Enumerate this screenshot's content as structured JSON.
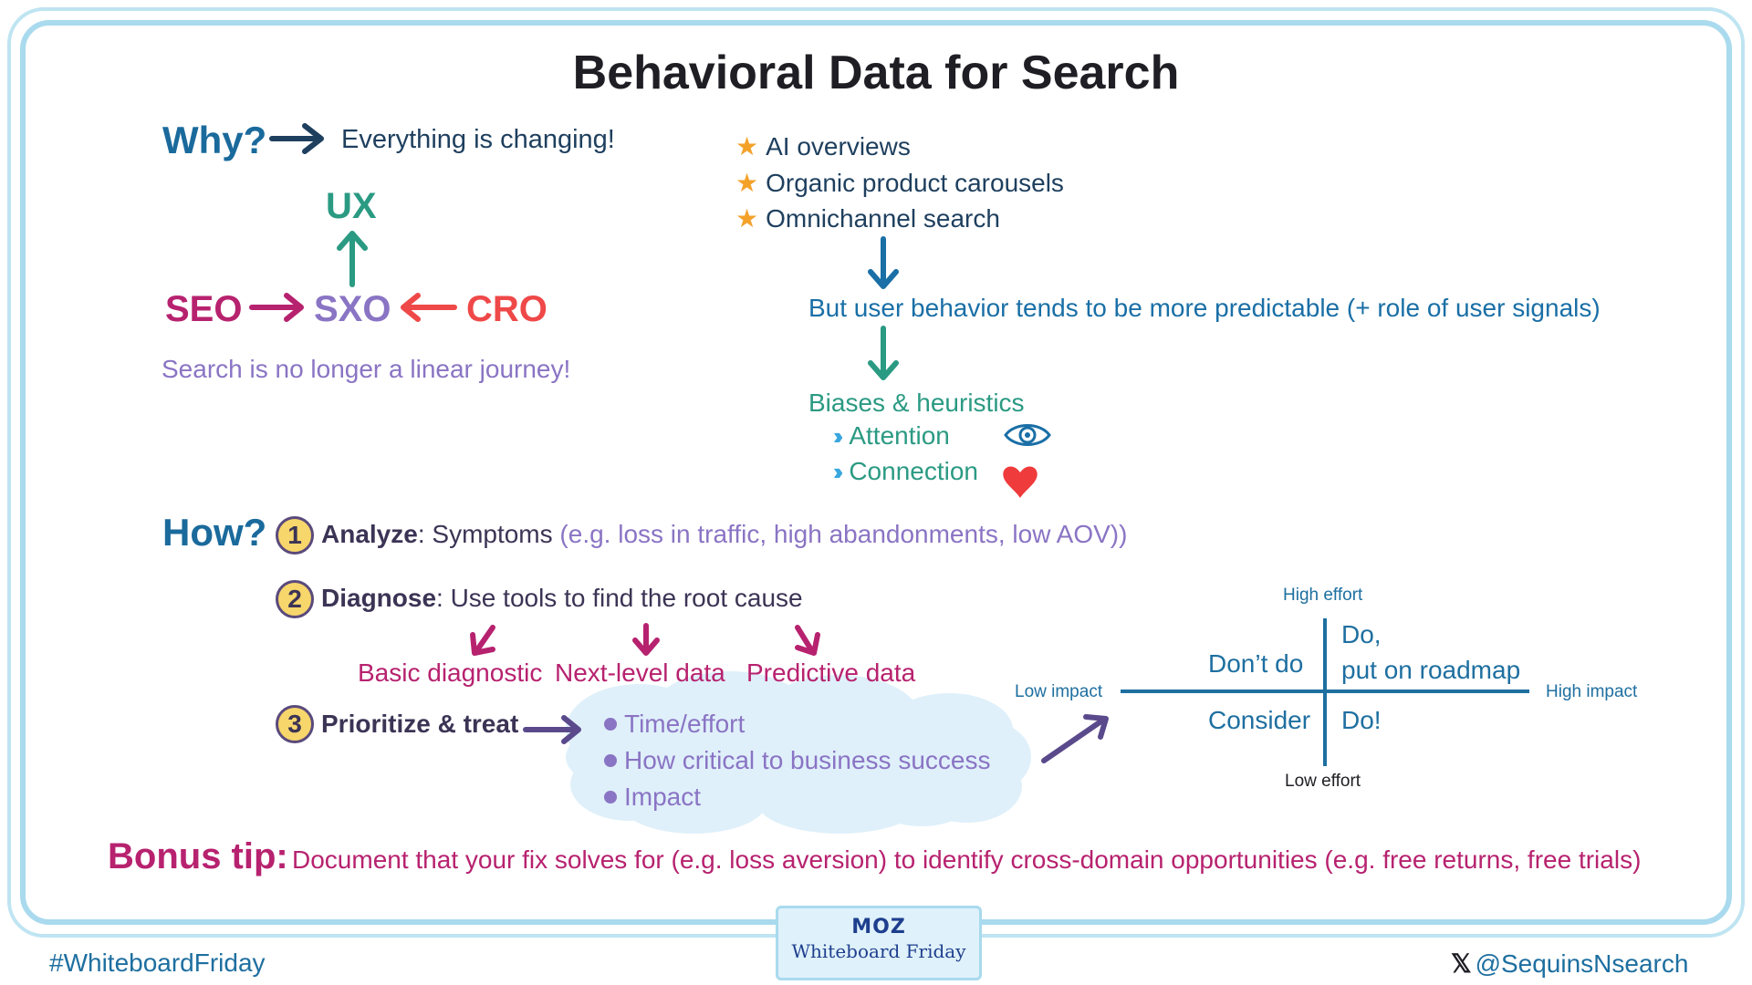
{
  "title": "Behavioral Data for Search",
  "why": {
    "heading": "Why?",
    "text": "Everything is changing!",
    "ux": "UX",
    "seo": "SEO",
    "sxo": "SXO",
    "cro": "CRO",
    "linear_note": "Search is no longer a linear journey!",
    "star_items": [
      "AI overviews",
      "Organic product carousels",
      "Omnichannel search"
    ],
    "prediction": "But user behavior tends to be more predictable (+ role of user signals)",
    "biases_heading": "Biases & heuristics",
    "biases_items": [
      "Attention",
      "Connection"
    ]
  },
  "how": {
    "heading": "How?",
    "steps": [
      {
        "number": "1",
        "bold": "Analyze",
        "text": ": Symptoms ",
        "extra": "(e.g. loss in traffic, high abandonments, low AOV))"
      },
      {
        "number": "2",
        "bold": "Diagnose",
        "text": ": Use tools to find the root cause",
        "extra": ""
      },
      {
        "number": "3",
        "bold": "Prioritize & treat",
        "text": "",
        "extra": ""
      }
    ],
    "diagnose_types": [
      "Basic diagnostic",
      "Next-level data",
      "Predictive data"
    ],
    "cloud_items": [
      "Time/effort",
      "How critical to business success",
      "Impact"
    ]
  },
  "matrix": {
    "top": "High effort",
    "bottom": "Low effort",
    "left": "Low impact",
    "right": "High impact",
    "top_left": "Don’t do",
    "top_right_line1": "Do,",
    "top_right_line2": "put on roadmap",
    "bottom_left": "Consider",
    "bottom_right": "Do!"
  },
  "bonus": {
    "heading": "Bonus tip:",
    "text": "Document that your fix solves for (e.g. loss aversion) to identify cross-domain opportunities (e.g. free returns, free trials)"
  },
  "footer": {
    "hashtag": "#WhiteboardFriday",
    "handle": "@SequinsNsearch",
    "x_glyph": "𝕏",
    "brand": "MOZ",
    "series": "Whiteboard Friday"
  },
  "colors": {
    "teal": "#2b9a83",
    "magenta": "#b7226f",
    "purple": "#8a74c4",
    "red": "#ef4848",
    "blue": "#1a6fa6",
    "navy": "#1e3f5e",
    "star": "#f4a12a"
  }
}
